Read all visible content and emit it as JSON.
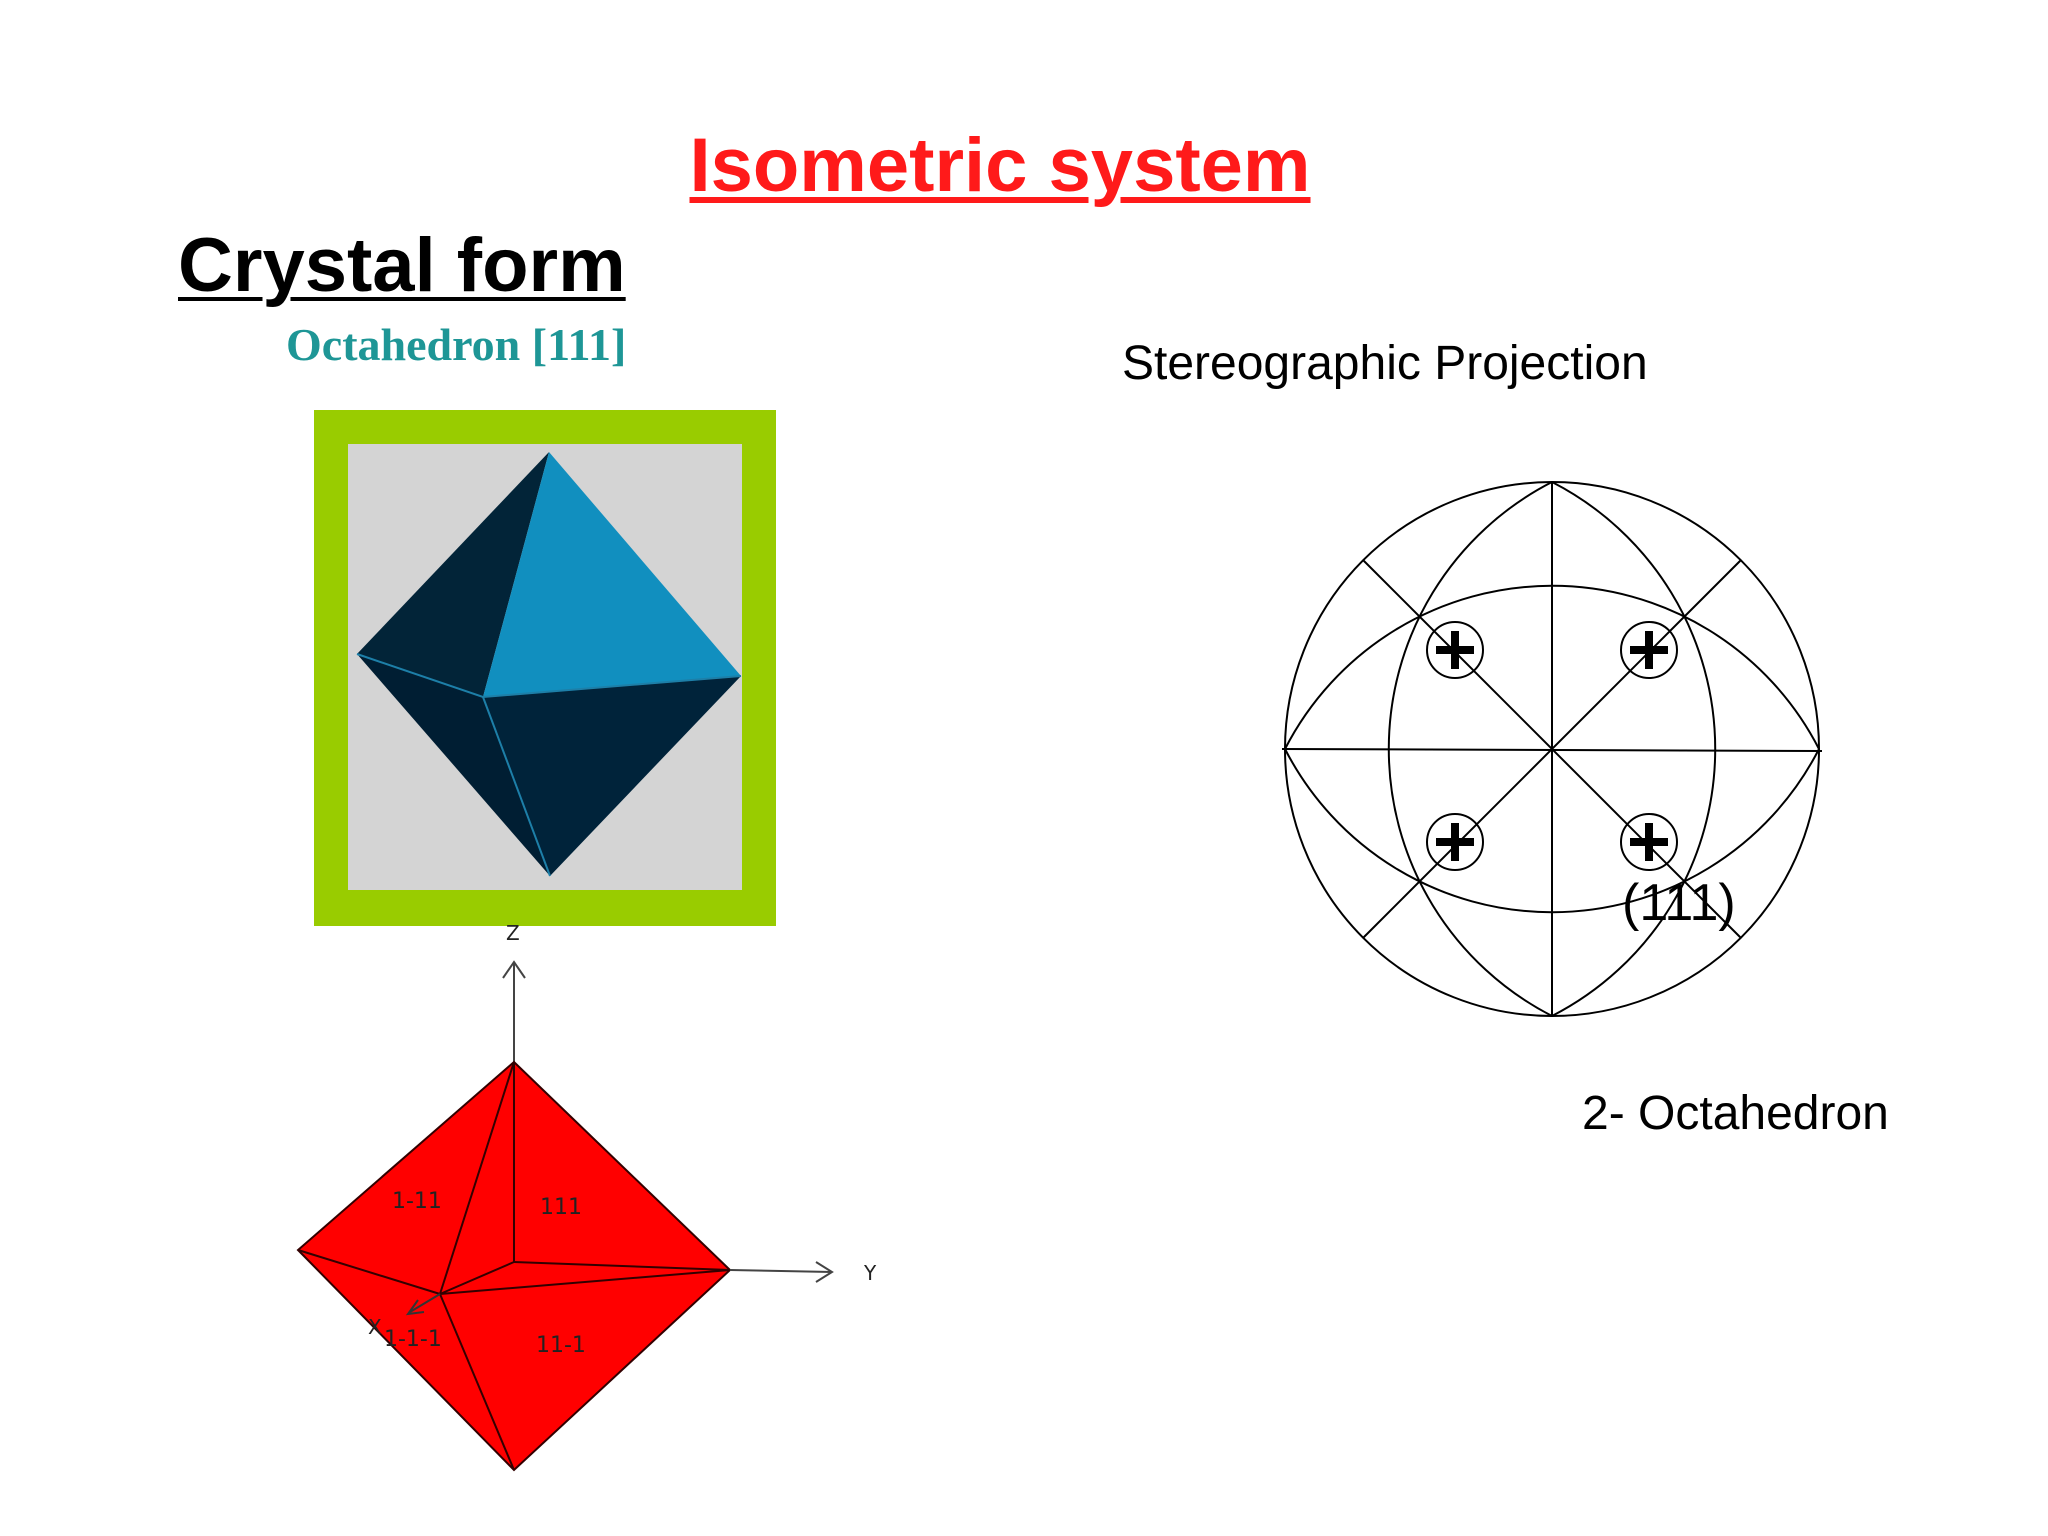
{
  "slide": {
    "title": "Isometric system",
    "heading": "Crystal form",
    "form_name": "Octahedron [111]",
    "projection_title": "Stereographic Projection",
    "form_number": "2- Octahedron"
  },
  "octahedron_diagram": {
    "axes": {
      "z": "Z",
      "y": "Y",
      "x": "X"
    },
    "faces": [
      "1-11",
      "111",
      "1-1-1",
      "11-1"
    ]
  },
  "stereogram": {
    "pole_label": "(111)",
    "pole_marker": "+"
  },
  "colors": {
    "title": "#ff1a1a",
    "form_name": "#1e9696",
    "frame": "#99cc00",
    "octa_light": "#108fc0",
    "octa_dark": "#002035",
    "red_octa": "#ff0000"
  }
}
